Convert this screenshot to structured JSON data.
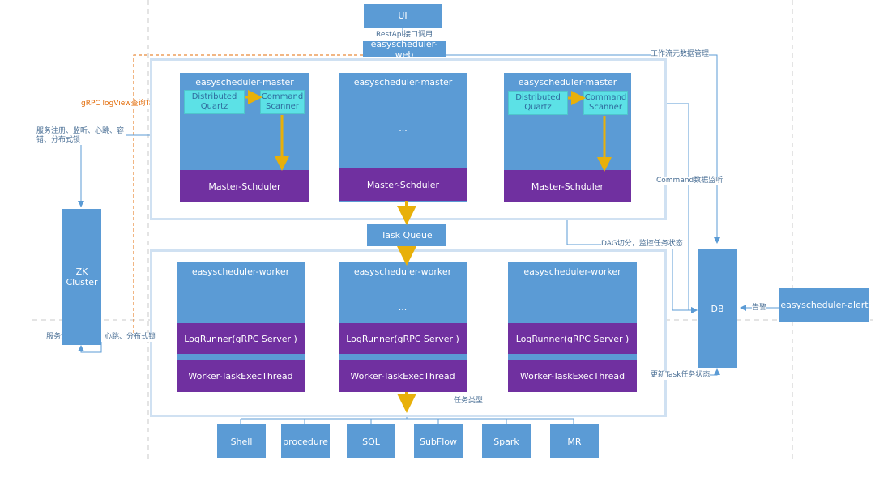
{
  "nodes": {
    "ui": "UI",
    "web": "easyscheduler-web",
    "master_title": "easyscheduler-master",
    "distributed_quartz": "Distributed Quartz",
    "command_scanner": "Command Scanner",
    "master_scheduler": "Master-Schduler",
    "ellipsis": "...",
    "task_queue": "Task Queue",
    "worker_title": "easyscheduler-worker",
    "log_runner": "LogRunner(gRPC Server )",
    "worker_exec": "Worker-TaskExecThread",
    "zk_cluster": "ZK Cluster",
    "db": "DB",
    "alert": "easyscheduler-alert",
    "task_types": [
      "Shell",
      "procedure",
      "SQL",
      "SubFlow",
      "Spark",
      "MR"
    ]
  },
  "labels": {
    "restapi": "RestApi接口调用",
    "workflow_meta": "工作流元数据管理",
    "grpc_logview": "gRPC logView查询Task日志信息",
    "master_zk": "服务注册、监听、心跳、容错、分布式锁",
    "command_listen": "Command数据监听",
    "dag_split": "DAG切分，监控任务状态",
    "alarm": "告警",
    "worker_zk": "服务注册、监听、心跳、分布式锁",
    "update_status": "更新Task任务状态",
    "task_type": "任务类型"
  },
  "colors": {
    "box_blue": "#5b9bd5",
    "scheduler_purple": "#7030a0",
    "quartz_cyan": "#5ce1e6",
    "arrow_gold": "#e8b00a",
    "grpc_orange": "#e36c09"
  }
}
